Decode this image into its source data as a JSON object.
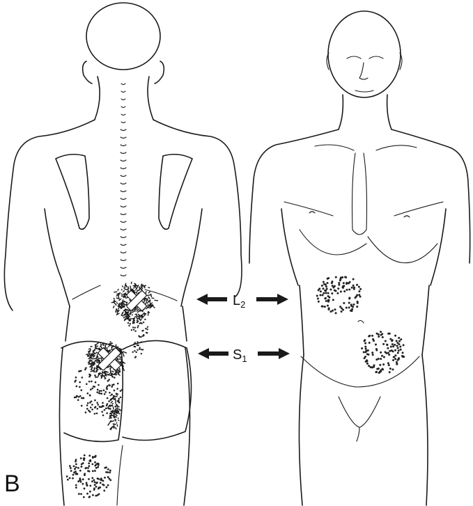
{
  "panel_letter": "B",
  "levels": [
    {
      "label_main": "L",
      "label_sub": "2"
    },
    {
      "label_main": "S",
      "label_sub": "1"
    }
  ],
  "colors": {
    "ink": "#1a1a1a",
    "background": "#ffffff"
  }
}
